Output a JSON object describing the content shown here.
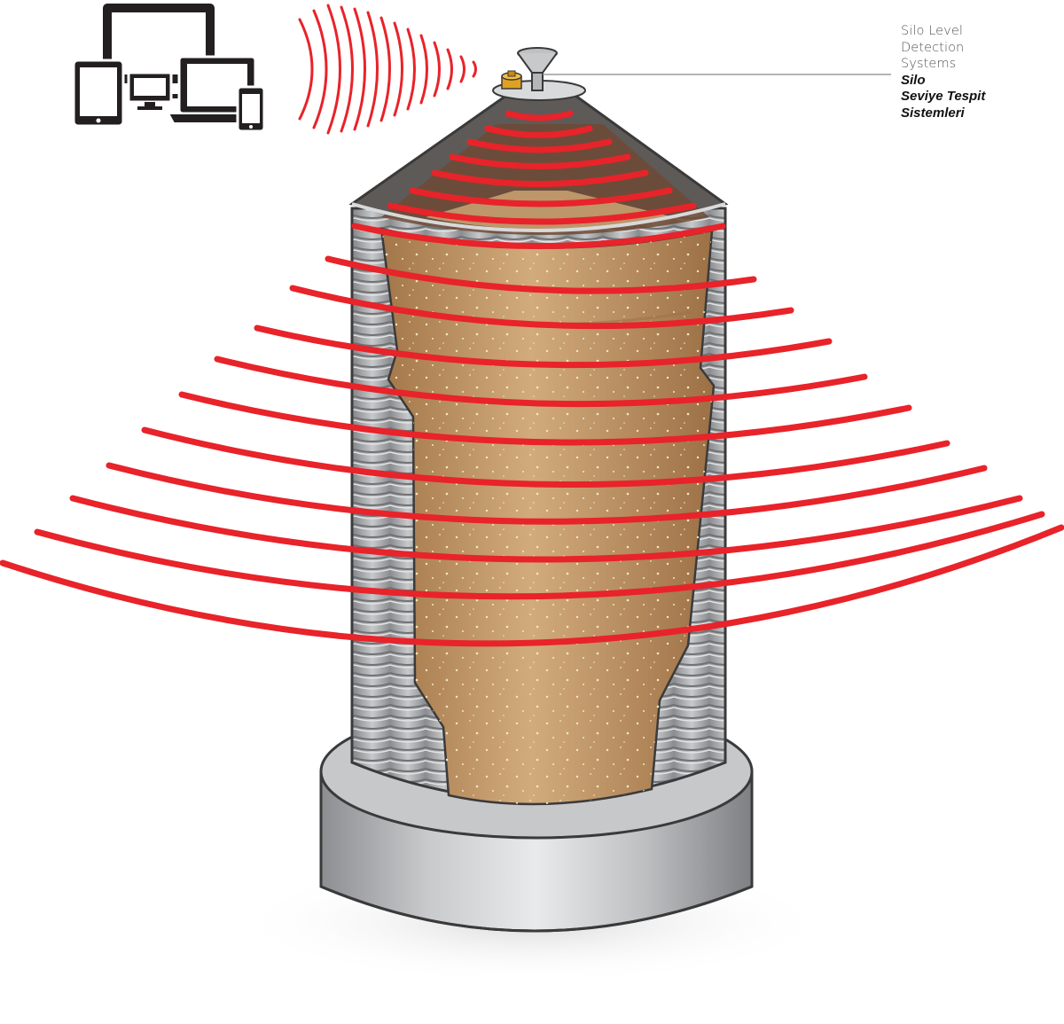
{
  "annotation": {
    "en_lines": [
      "Silo Level",
      "Detection",
      "Systems"
    ],
    "tr_lines": [
      "Silo",
      "Seviye Tespit",
      "Sistemleri"
    ]
  },
  "colors": {
    "wave": "#e8232a",
    "material": "#c49868",
    "metal": "#a6a8ab",
    "outline": "#3a3a3a",
    "sensor": "#e0a020",
    "devices": "#231f20"
  },
  "icons": [
    "desktop-monitor-icon",
    "tablet-icon",
    "laptop-icon",
    "smartphone-icon",
    "mini-monitor-icon",
    "radar-sensor-icon",
    "funnel-icon"
  ]
}
